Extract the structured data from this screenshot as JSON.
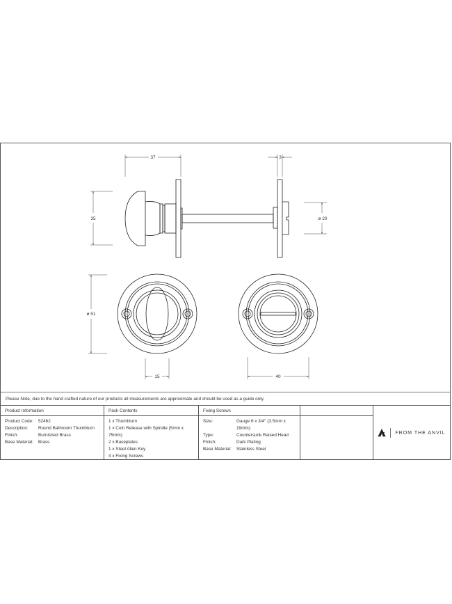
{
  "dimensions": {
    "d37": "37",
    "d3": "3",
    "d35": "35",
    "d20": "ø 20",
    "d51": "ø 51",
    "d15": "15",
    "d40": "40"
  },
  "note": "Please Note, due to the hand crafted nature of our products all measurements are approximate and should be used as a guide only.",
  "product_information": {
    "title": "Product Information",
    "rows": [
      {
        "label": "Product Code:",
        "value": "52462"
      },
      {
        "label": "Description:",
        "value": "Round Bathroom Thumbturn"
      },
      {
        "label": "Finish:",
        "value": "Burnished Brass"
      },
      {
        "label": "Base Material:",
        "value": "Brass"
      }
    ]
  },
  "pack_contents": {
    "title": "Pack Contents",
    "items": [
      "1 x Thumbturn",
      "1 x Coin Release with Spindle (5mm x 75mm)",
      "2 x Baseplates",
      "1 x Steel Allen Key",
      "4 x Fixing Screws"
    ]
  },
  "fixing_screws": {
    "title": "Fixing Screws",
    "rows": [
      {
        "label": "Size:",
        "value": "Gauge 6 x 3/4\" (3.5mm x 19mm)"
      },
      {
        "label": "Type:",
        "value": "Countersunk Raised Head"
      },
      {
        "label": "Finish:",
        "value": "Dark Plating"
      },
      {
        "label": "Base Material:",
        "value": "Stainless Steel"
      }
    ]
  },
  "brand": {
    "name": "FROM THE ANVIL"
  }
}
